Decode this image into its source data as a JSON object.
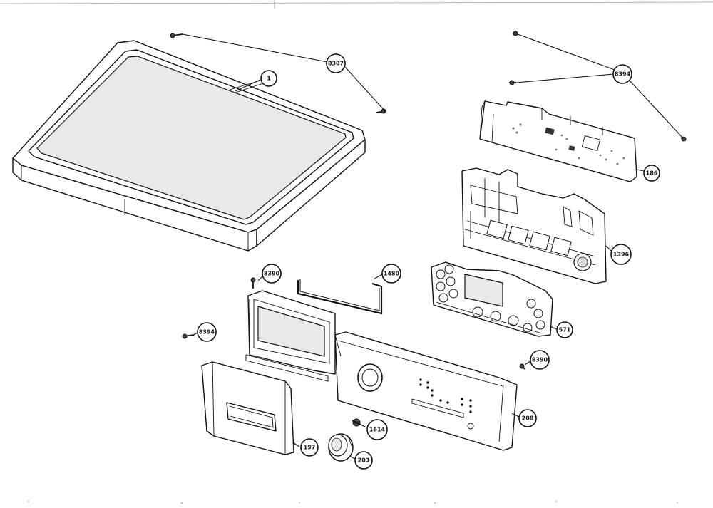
{
  "diagram": {
    "colors": {
      "ink": "#111111",
      "paper": "#ffffff",
      "shade": "#e9e9e9"
    },
    "callouts": [
      {
        "id": "c1",
        "label": "1"
      },
      {
        "id": "c8307",
        "label": "8307"
      },
      {
        "id": "c8394a",
        "label": "8394"
      },
      {
        "id": "c186",
        "label": "186"
      },
      {
        "id": "c1396",
        "label": "1396"
      },
      {
        "id": "c1480",
        "label": "1480"
      },
      {
        "id": "c8390a",
        "label": "8390"
      },
      {
        "id": "c8394b",
        "label": "8394"
      },
      {
        "id": "c571",
        "label": "571"
      },
      {
        "id": "c8390b",
        "label": "8390"
      },
      {
        "id": "c208",
        "label": "208"
      },
      {
        "id": "c1614",
        "label": "1614"
      },
      {
        "id": "c197",
        "label": "197"
      },
      {
        "id": "c203",
        "label": "203"
      }
    ]
  }
}
